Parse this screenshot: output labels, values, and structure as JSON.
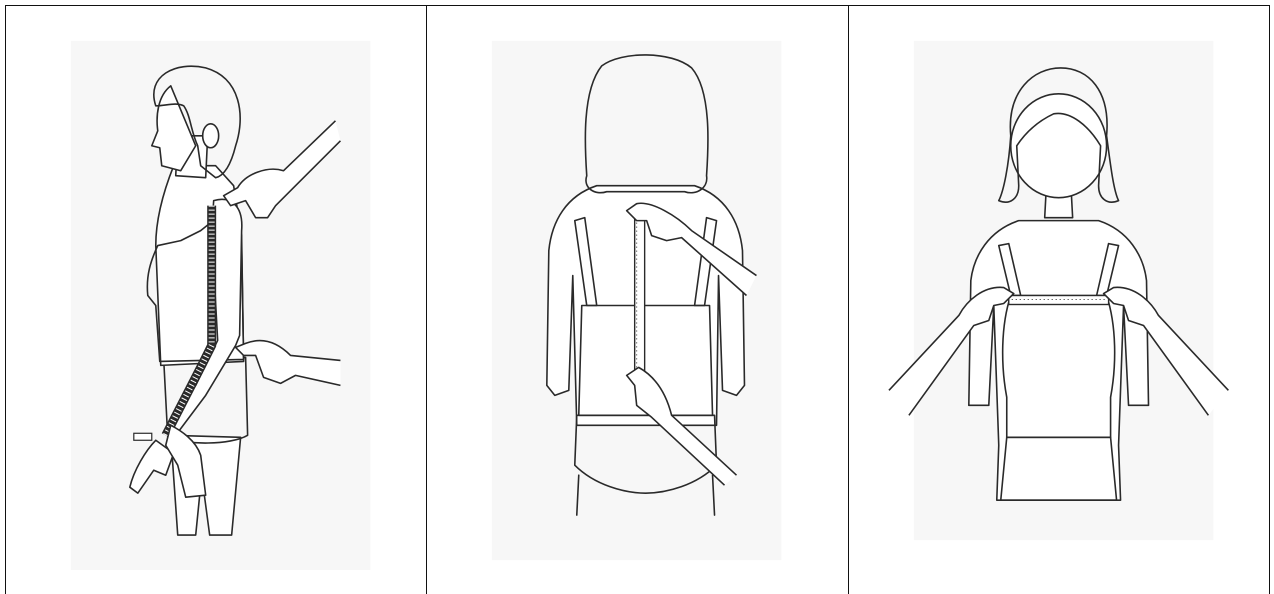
{
  "panels": [
    {
      "name": "sleeve-length-measurement"
    },
    {
      "name": "back-length-measurement"
    },
    {
      "name": "shoulder-width-measurement"
    }
  ],
  "colors": {
    "hair": "#5e5e5e",
    "garment_dark": "#8c8c8c",
    "garment_light": "#cfcfcf",
    "outline": "#2a2a2a",
    "panel_bg": "#f7f7f7",
    "tape": "#ffffff",
    "border": "#111111"
  },
  "icons": [
    "tape-measure-icon",
    "hand-icon"
  ]
}
